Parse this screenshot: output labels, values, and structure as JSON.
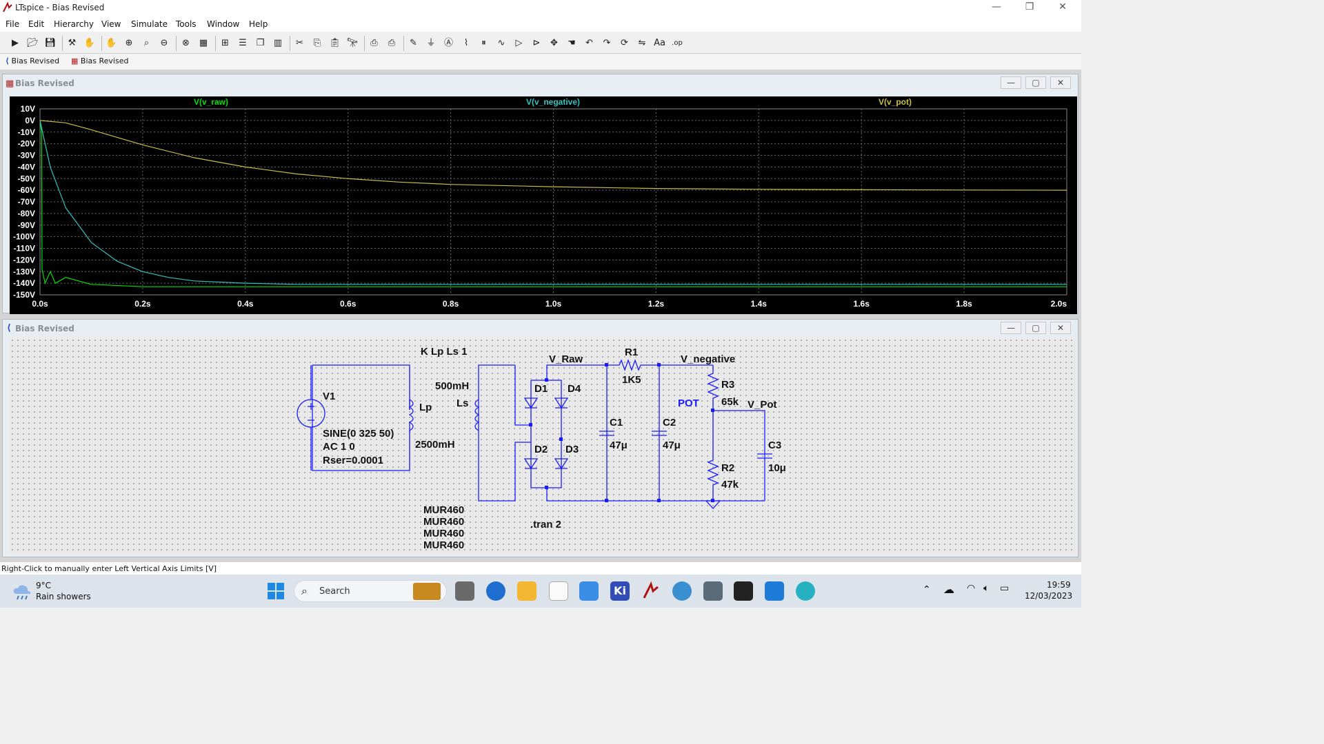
{
  "app": {
    "title": "LTspice - Bias Revised"
  },
  "window_controls": {
    "minimize": "—",
    "restore": "❐",
    "close": "✕"
  },
  "menu": [
    "File",
    "Edit",
    "Hierarchy",
    "View",
    "Simulate",
    "Tools",
    "Window",
    "Help"
  ],
  "toolbar_icons": [
    "run-icon",
    "open-icon",
    "save-icon",
    "control-panel-icon",
    "halt-icon",
    "pan-icon",
    "zoom-in-icon",
    "zoom-area-icon",
    "zoom-out-icon",
    "zoom-fit-icon",
    "autorange-icon",
    "grid-icon",
    "tile-horizontal-icon",
    "cascade-icon",
    "tile-vertical-icon",
    "cut-icon",
    "copy-icon",
    "paste-icon",
    "find-icon",
    "print-icon",
    "print-setup-icon",
    "draw-wire-icon",
    "ground-icon",
    "label-net-icon",
    "resistor-icon",
    "capacitor-icon",
    "inductor-icon",
    "diode-icon",
    "component-icon",
    "move-icon",
    "drag-icon",
    "undo-icon",
    "redo-icon",
    "rotate-icon",
    "mirror-icon",
    "text-icon",
    "spice-directive-icon"
  ],
  "tabs": [
    {
      "label": "Bias Revised",
      "icon": "schematic-icon"
    },
    {
      "label": "Bias Revised",
      "icon": "waveform-icon"
    }
  ],
  "plot_window": {
    "title": "Bias Revised",
    "chart_data": {
      "type": "line",
      "xlabel": "",
      "ylabel": "",
      "x_ticks": [
        "0.0s",
        "0.2s",
        "0.4s",
        "0.6s",
        "0.8s",
        "1.0s",
        "1.2s",
        "1.4s",
        "1.6s",
        "1.8s",
        "2.0s"
      ],
      "y_ticks": [
        "10V",
        "0V",
        "-10V",
        "-20V",
        "-30V",
        "-40V",
        "-50V",
        "-60V",
        "-70V",
        "-80V",
        "-90V",
        "-100V",
        "-110V",
        "-120V",
        "-130V",
        "-140V",
        "-150V"
      ],
      "xlim": [
        0,
        2.0
      ],
      "ylim": [
        -150,
        10
      ],
      "grid": true,
      "series": [
        {
          "name": "V(v_raw)",
          "color": "#00e000",
          "x": [
            0,
            0.003,
            0.004,
            0.01,
            0.02,
            0.03,
            0.05,
            0.1,
            0.2,
            0.5,
            1.0,
            1.5,
            2.0
          ],
          "y": [
            0,
            -10,
            -128,
            -140,
            -130,
            -140,
            -135,
            -141,
            -143,
            -143,
            -143,
            -143,
            -143
          ]
        },
        {
          "name": "V(v_negative)",
          "color": "#2fc4c4",
          "x": [
            0,
            0.02,
            0.05,
            0.1,
            0.15,
            0.2,
            0.25,
            0.3,
            0.4,
            0.5,
            0.7,
            1.0,
            1.5,
            2.0
          ],
          "y": [
            0,
            -40,
            -75,
            -105,
            -121,
            -130,
            -135,
            -138,
            -140,
            -141,
            -141,
            -141,
            -141,
            -141
          ]
        },
        {
          "name": "V(v_pot)",
          "color": "#c8c040",
          "x": [
            0,
            0.05,
            0.1,
            0.2,
            0.3,
            0.4,
            0.5,
            0.6,
            0.7,
            0.8,
            1.0,
            1.2,
            1.4,
            1.6,
            1.8,
            2.0
          ],
          "y": [
            0,
            -2,
            -8,
            -21,
            -32,
            -40,
            -46,
            -50,
            -53,
            -55,
            -57,
            -58.5,
            -59.2,
            -59.6,
            -59.8,
            -60
          ]
        }
      ]
    }
  },
  "schematic_window": {
    "title": "Bias Revised",
    "labels": {
      "directive_k": "K Lp Ls 1",
      "v1": "V1",
      "lp": "Lp",
      "ls": "Ls",
      "lp_val": "2500mH",
      "ls_val": "500mH",
      "v1_sine": "SINE(0 325 50)",
      "v1_ac": "AC 1 0",
      "v1_rser": "Rser=0.0001",
      "d1": "D1",
      "d2": "D2",
      "d3": "D3",
      "d4": "D4",
      "diode_models": [
        "MUR460",
        "MUR460",
        "MUR460",
        "MUR460"
      ],
      "tran": ".tran 2",
      "v_raw": "V_Raw",
      "r1": "R1",
      "r1_val": "1K5",
      "v_negative": "V_negative",
      "c1": "C1",
      "c1_val": "47μ",
      "c2": "C2",
      "c2_val": "47μ",
      "r3": "R3",
      "r3_val": "65k",
      "pot": "POT",
      "v_pot": "V_Pot",
      "r2": "R2",
      "r2_val": "47k",
      "c3": "C3",
      "c3_val": "10μ"
    }
  },
  "status_bar": "Right-Click to manually enter Left Vertical Axis Limits [V]",
  "taskbar": {
    "weather_temp": "9°C",
    "weather_desc": "Rain showers",
    "search": "Search",
    "time": "19:59",
    "date": "12/03/2023",
    "apps": [
      "start-icon",
      "search-icon",
      "news-icon",
      "task-view-icon",
      "edge-icon",
      "file-explorer-icon",
      "notepad-icon",
      "notes-icon",
      "kicad-icon",
      "ltspice-icon",
      "settings-icon",
      "calculator-icon",
      "cutter-icon",
      "mail-icon",
      "edge-browser-icon"
    ]
  }
}
